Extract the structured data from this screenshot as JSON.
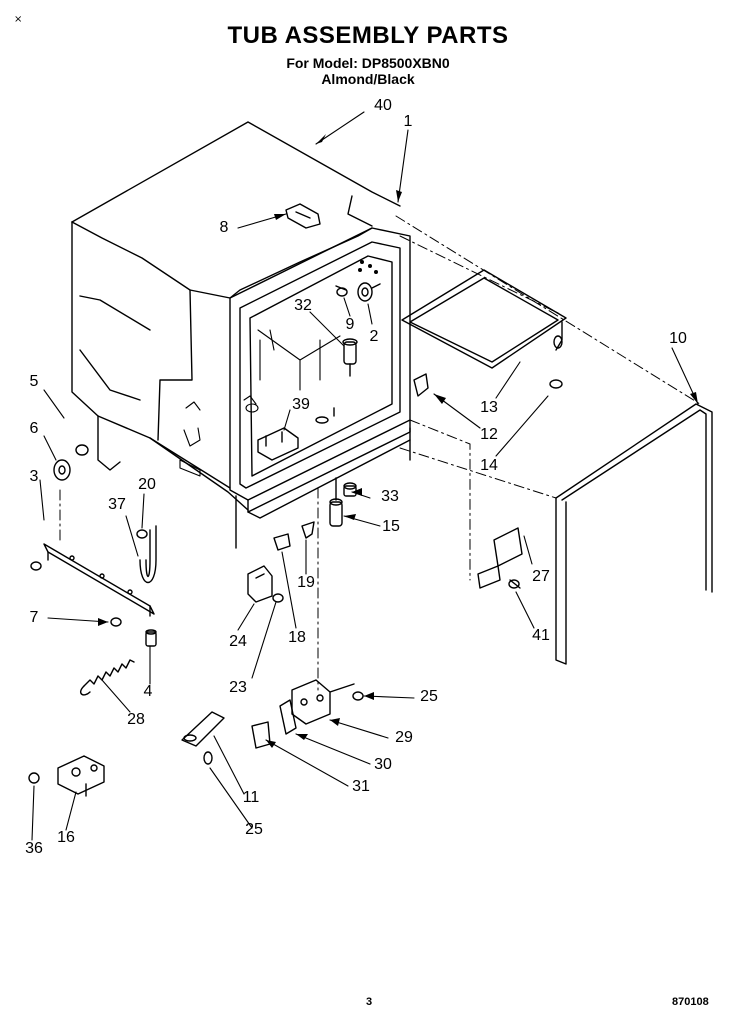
{
  "header": {
    "title": "TUB ASSEMBLY PARTS",
    "model_line": "For Model: DP8500XBN0",
    "color_line": "Almond/Black"
  },
  "footer": {
    "page_number": "3",
    "doc_code": "870108"
  },
  "corner_mark": "×",
  "callouts": [
    "40",
    "1",
    "8",
    "9",
    "2",
    "32",
    "10",
    "5",
    "39",
    "13",
    "6",
    "12",
    "3",
    "20",
    "14",
    "37",
    "33",
    "15",
    "27",
    "7",
    "19",
    "24",
    "41",
    "18",
    "4",
    "28",
    "23",
    "25",
    "29",
    "30",
    "31",
    "11",
    "25",
    "16",
    "36"
  ]
}
